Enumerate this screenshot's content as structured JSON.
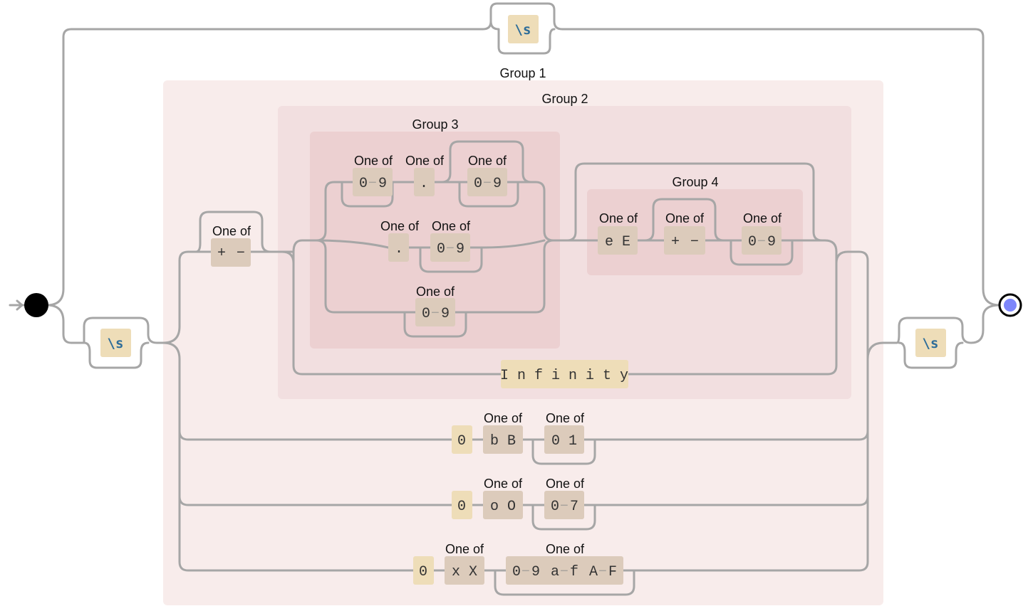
{
  "colors": {
    "rail": "#a6a6a6",
    "literal_box": "#eeddb8",
    "class_box": "#dccbbb",
    "group1_bg": "#f8eceb",
    "group2_bg": "#f2dfe0",
    "group3_bg": "#ecd0d1",
    "group4_bg": "#ecd0d1",
    "end_dot": "#7d86fb"
  },
  "groups": {
    "g1": "Group 1",
    "g2": "Group 2",
    "g3": "Group 3",
    "g4": "Group 4"
  },
  "one_of": "One of",
  "tokens": {
    "ws": "\\s",
    "digits": [
      "0",
      "9"
    ],
    "dot": ".",
    "sign": [
      "+",
      "−"
    ],
    "exp": "e E",
    "infinity": "I n f i n i t y",
    "zero": "0",
    "bin_prefix": "b B",
    "bin_digits": "0 1",
    "oct_prefix": "o O",
    "oct_digits": [
      "0",
      "7"
    ],
    "hex_prefix": "x X",
    "hex_digits": [
      "0",
      "9",
      "a",
      "f",
      "A",
      "F"
    ]
  }
}
